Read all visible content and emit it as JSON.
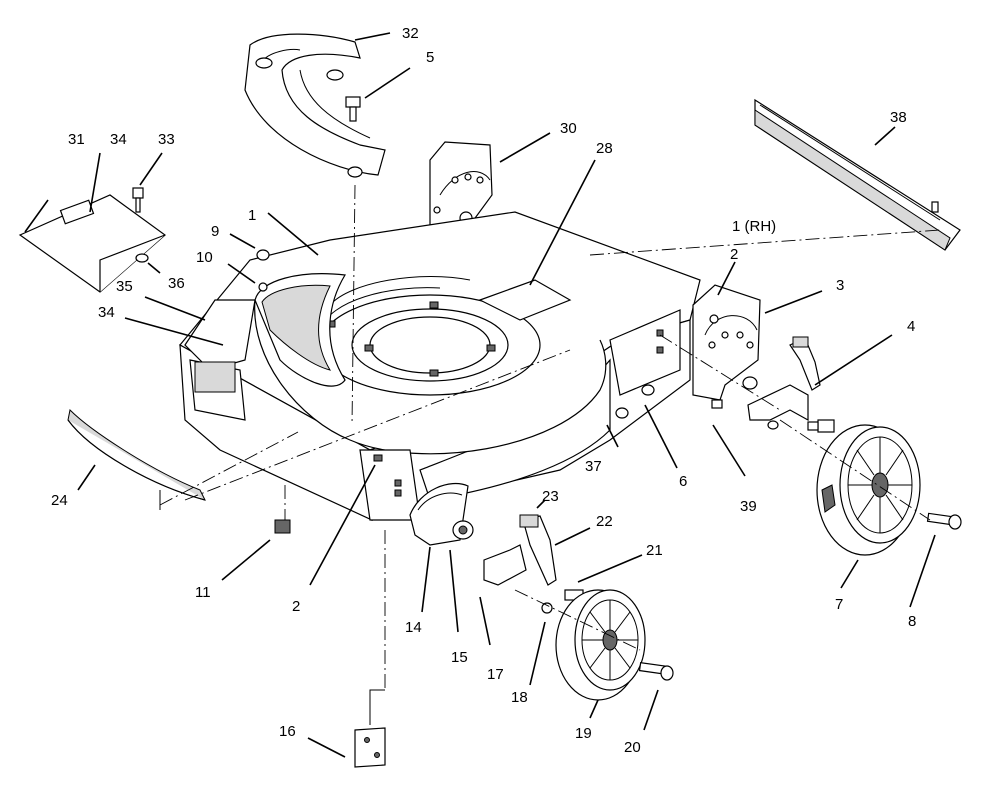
{
  "diagram": {
    "callouts": [
      {
        "key": "c1",
        "text": "1"
      },
      {
        "key": "c1rh",
        "text": "1  (RH)"
      },
      {
        "key": "c2",
        "text": "2"
      },
      {
        "key": "c2b",
        "text": "2"
      },
      {
        "key": "c3",
        "text": "3"
      },
      {
        "key": "c4",
        "text": "4"
      },
      {
        "key": "c5",
        "text": "5"
      },
      {
        "key": "c6",
        "text": "6"
      },
      {
        "key": "c7",
        "text": "7"
      },
      {
        "key": "c8",
        "text": "8"
      },
      {
        "key": "c9",
        "text": "9"
      },
      {
        "key": "c10",
        "text": "10"
      },
      {
        "key": "c11",
        "text": "11"
      },
      {
        "key": "c14",
        "text": "14"
      },
      {
        "key": "c15",
        "text": "15"
      },
      {
        "key": "c16",
        "text": "16"
      },
      {
        "key": "c17",
        "text": "17"
      },
      {
        "key": "c18",
        "text": "18"
      },
      {
        "key": "c19",
        "text": "19"
      },
      {
        "key": "c20",
        "text": "20"
      },
      {
        "key": "c21",
        "text": "21"
      },
      {
        "key": "c22",
        "text": "22"
      },
      {
        "key": "c23",
        "text": "23"
      },
      {
        "key": "c24",
        "text": "24"
      },
      {
        "key": "c28",
        "text": "28"
      },
      {
        "key": "c30",
        "text": "30"
      },
      {
        "key": "c31",
        "text": "31"
      },
      {
        "key": "c32",
        "text": "32"
      },
      {
        "key": "c33",
        "text": "33"
      },
      {
        "key": "c34",
        "text": "34"
      },
      {
        "key": "c34b",
        "text": "34"
      },
      {
        "key": "c35",
        "text": "35"
      },
      {
        "key": "c36",
        "text": "36"
      },
      {
        "key": "c37",
        "text": "37"
      },
      {
        "key": "c38",
        "text": "38"
      },
      {
        "key": "c39",
        "text": "39"
      }
    ]
  }
}
